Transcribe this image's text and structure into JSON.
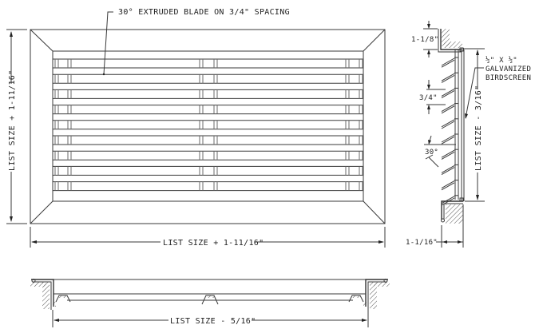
{
  "drawing": {
    "type": "Louver / grille shop drawing",
    "front_view": {
      "callout_blade": "30° EXTRUDED BLADE ON 3/4\" SPACING",
      "dim_width": "LIST SIZE + 1-11/16\"",
      "dim_height": "LIST SIZE + 1-11/16\""
    },
    "side_view": {
      "dim_flange_top": "1-1/8\"",
      "dim_blade_spacing": "3/4\"",
      "dim_blade_angle": "30°",
      "dim_height": "LIST SIZE - 3/16\"",
      "dim_depth": "1-1/16\"",
      "callout_screen_line1": "½\" X ½\"",
      "callout_screen_line2": "GALVANIZED",
      "callout_screen_line3": "BIRDSCREEN"
    },
    "bottom_view": {
      "dim_width": "LIST SIZE - 5/16\""
    },
    "blade_count": 9,
    "line_color": "#3a3a3a"
  }
}
